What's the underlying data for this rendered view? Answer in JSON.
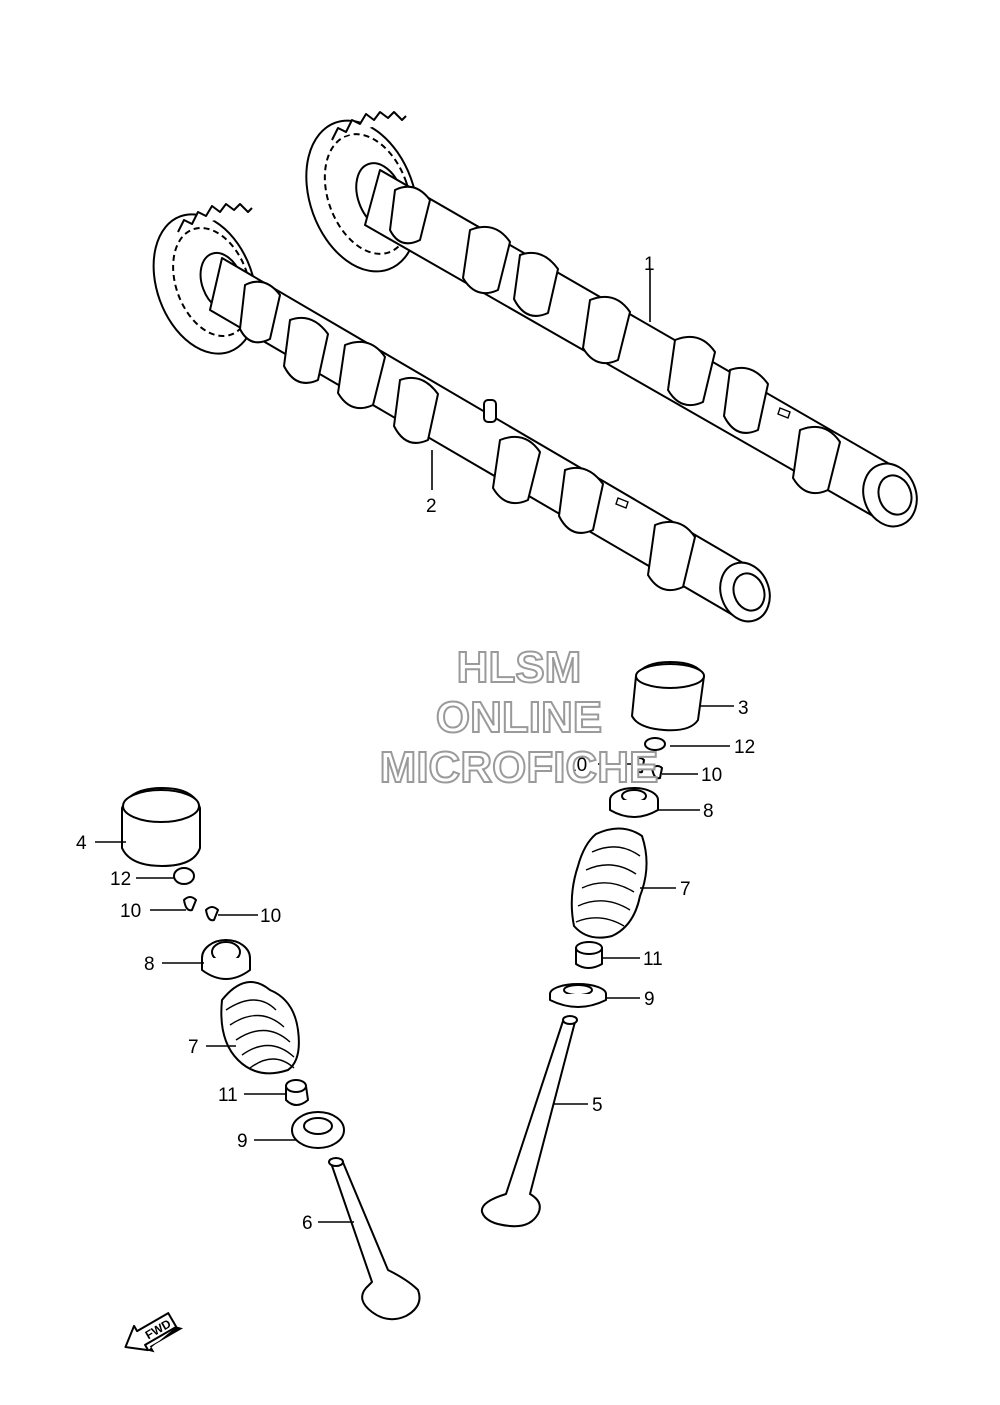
{
  "watermark": {
    "line1": "HLSM",
    "line2": "ONLINE",
    "line3": "MICROFICHE"
  },
  "fwd_label": "FWD",
  "callouts": {
    "c1": "1",
    "c2": "2",
    "c3": "3",
    "c4": "4",
    "c5": "5",
    "c6": "6",
    "c7a": "7",
    "c7b": "7",
    "c8a": "8",
    "c8b": "8",
    "c9a": "9",
    "c9b": "9",
    "c10a": "10",
    "c10b": "10",
    "c10c": "10",
    "c10d": "10",
    "c11a": "11",
    "c11b": "11",
    "c12a": "12",
    "c12b": "12"
  },
  "icons": {
    "fwd": "fwd-arrow-icon"
  }
}
